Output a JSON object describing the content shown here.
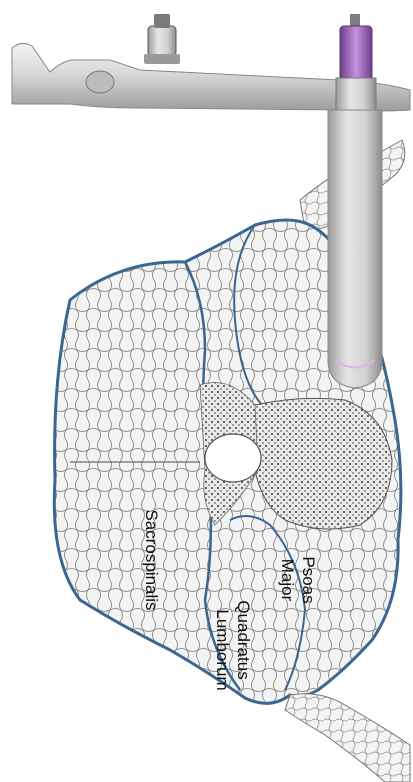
{
  "labels": {
    "sacrospinalis": "Sacrospinalis",
    "psoas": [
      "Psoas",
      "Major"
    ],
    "quadratus": [
      "Quadratus",
      "Lumborum"
    ]
  },
  "colors": {
    "fascia_blue": "#3a6690",
    "muscle_fill": "#f1f1f1",
    "cell_line": "#7a7a7a",
    "instrument_metal": "#d4d4d4",
    "instrument_dark": "#8a8a8a",
    "knob_purple": "#9a62b8"
  },
  "icons": [
    "retractor-arm-icon",
    "dilator-tube-icon",
    "clamp-knob-icon"
  ]
}
